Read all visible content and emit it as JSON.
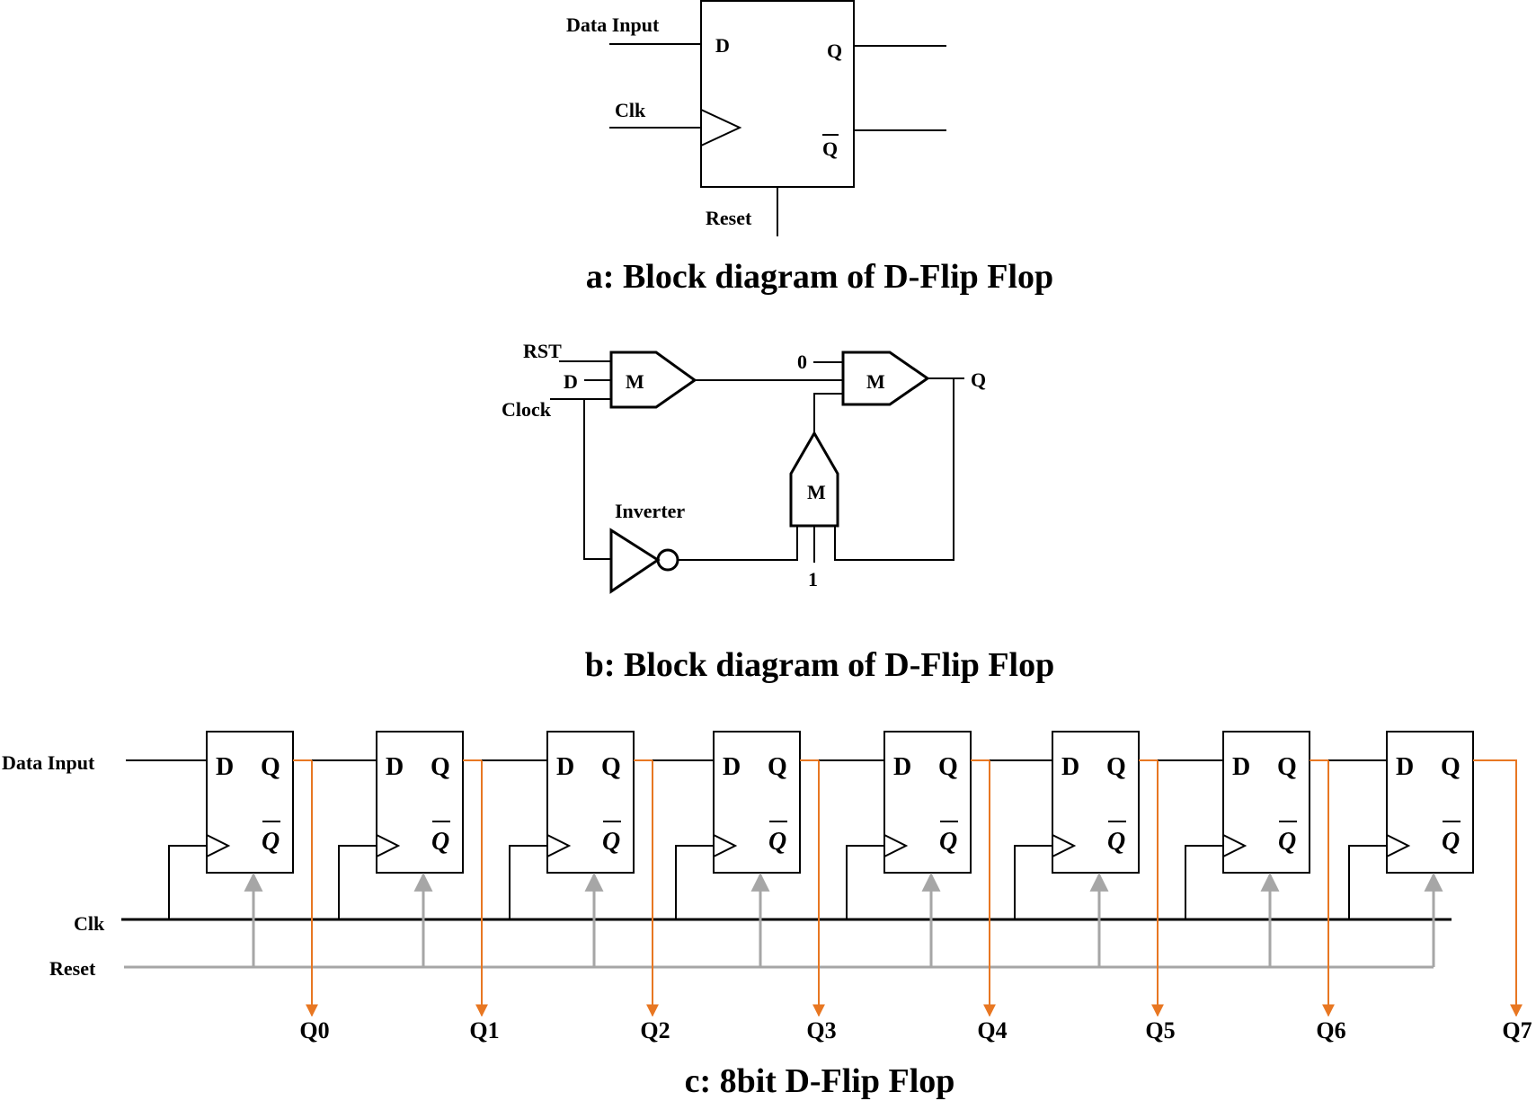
{
  "panel_a": {
    "data_input": "Data Input",
    "d": "D",
    "q": "Q",
    "qbar": "Q",
    "clk": "Clk",
    "reset": "Reset",
    "caption": "a: Block diagram of D-Flip Flop"
  },
  "panel_b": {
    "rst": "RST",
    "d": "D",
    "clock": "Clock",
    "mux_label": "M",
    "zero": "0",
    "one": "1",
    "q": "Q",
    "inverter": "Inverter",
    "caption": "b: Block diagram of D-Flip Flop"
  },
  "panel_c": {
    "data_input": "Data Input",
    "clk": "Clk",
    "reset": "Reset",
    "d": "D",
    "q": "Q",
    "qbar": "Q",
    "outputs": [
      "Q0",
      "Q1",
      "Q2",
      "Q3",
      "Q4",
      "Q5",
      "Q6",
      "Q7"
    ],
    "caption": "c: 8bit D-Flip Flop",
    "colors": {
      "output_wire": "#e87722",
      "reset_wire": "#a6a6a6",
      "wire": "#000000"
    }
  }
}
